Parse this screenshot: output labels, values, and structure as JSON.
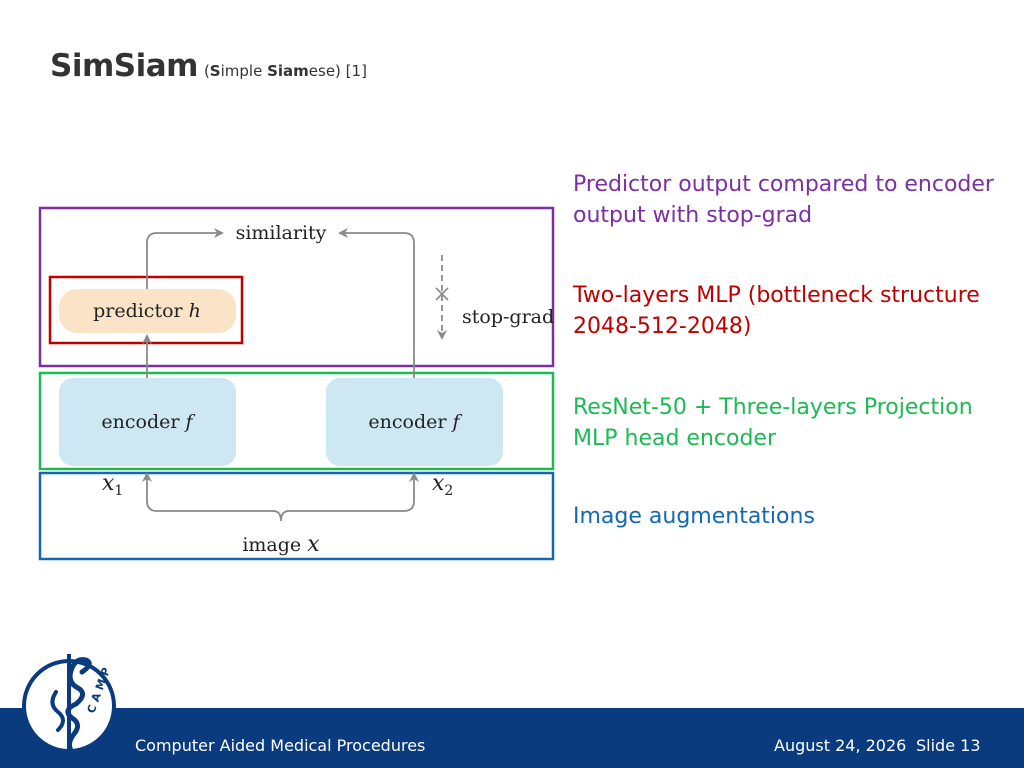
{
  "title": {
    "main": "SimSiam",
    "sub_open": "(",
    "sub_bold_1": "S",
    "sub_plain_1": "imple ",
    "sub_bold_2": "Siam",
    "sub_plain_2": "ese) [1]"
  },
  "diagram": {
    "similarity": "similarity",
    "stop_grad": "stop-grad",
    "predictor_label": "predictor ",
    "predictor_var": "h",
    "encoder_label": "encoder ",
    "encoder_var": "f",
    "x1_var": "x",
    "x1_sub": "1",
    "x2_var": "x",
    "x2_sub": "2",
    "image_label": "image ",
    "image_var": "x"
  },
  "annotations": {
    "predictor": "Predictor output compared to encoder output with stop-grad",
    "mlp": "Two-layers MLP (bottleneck structure 2048-512-2048)",
    "encoder": "ResNet-50 + Three-layers Projection MLP head encoder",
    "augmentation": "Image augmentations"
  },
  "colors": {
    "purple": "#7b2fa3",
    "red": "#c00000",
    "green": "#1db954",
    "blue": "#1468b3",
    "footer_bg": "#0a3b7f",
    "encoder_fill": "#cde8f3",
    "predictor_fill": "#fbe3c8"
  },
  "footer": {
    "institution": "Computer Aided Medical Procedures",
    "date": "August 24, 2026",
    "slide": "Slide 13"
  },
  "logo": {
    "text": "CAMP"
  }
}
